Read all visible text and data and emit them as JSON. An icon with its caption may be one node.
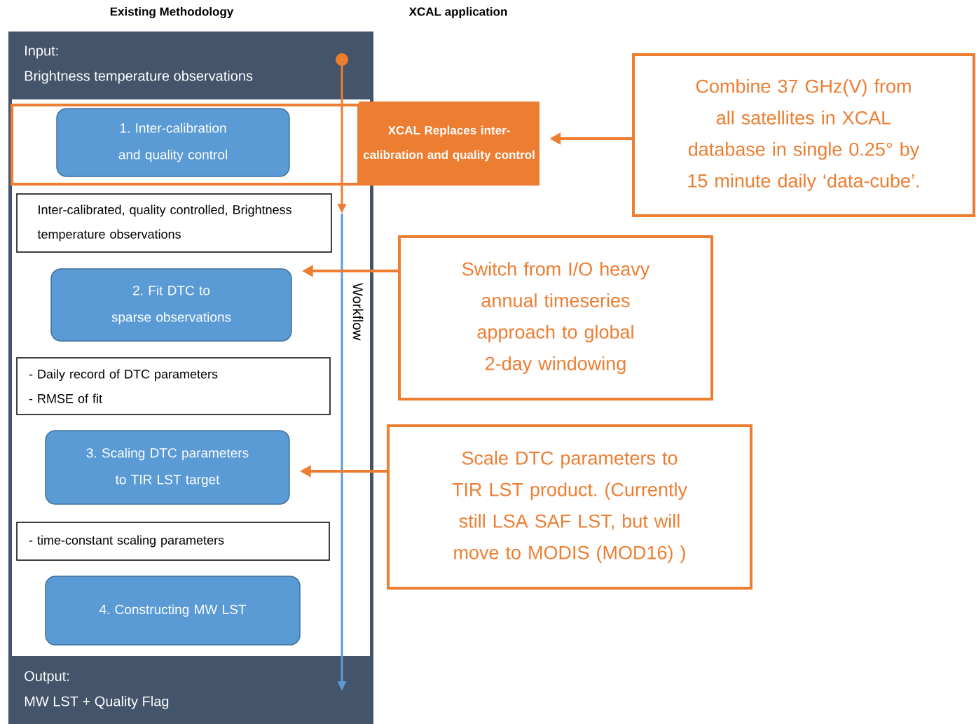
{
  "diagram": {
    "nodes": [
      {
        "text": [
          "Existing Methodology"
        ]
      },
      {
        "text": [
          "Input:",
          "Brightness temperature observations"
        ],
        "in": 0
      },
      {
        "text": [],
        "shape": "box",
        "in": 0
      },
      {
        "text": [
          "1. Inter-calibration and quality control"
        ],
        "in": 2
      },
      {
        "text": [
          "XCAL Replaces inter-calibration and quality control"
        ]
      },
      {
        "text": [
          "Inter-calibrated, quality controlled, Brightness temperature observations"
        ],
        "in": 0
      },
      {
        "text": [
          "2. Fit DTC to sparse observations"
        ],
        "in": 0
      },
      {
        "text": [
          "- Daily record of DTC parameters",
          "- RMSE of fit"
        ],
        "in": 0
      },
      {
        "text": [
          "3. Scaling DTC parameters to TIR LST target"
        ],
        "in": 0
      },
      {
        "text": [
          "- time-constant scaling parameters"
        ],
        "in": 0
      },
      {
        "text": [
          "4. Constructing MW LST"
        ],
        "in": 0
      },
      {
        "text": [
          "Output:",
          "MW LST + Quality Flag"
        ],
        "in": 0
      },
      {
        "text": [
          "Combine 37 GHz(V) from all satellites in XCAL database in single 0.25° by 15 minute daily ‘data-cube’."
        ]
      },
      {
        "text": [
          "Switch from I/O heavy annual timeseries approach to global 2-day windowing"
        ]
      },
      {
        "text": [
          "Scale DTC parameters to TIR LST product. (Currently still LSA SAF LST, but will move to MODIS (MOD16) )"
        ]
      }
    ],
    "edges": [
      {
        "from": 12,
        "to": 4,
        "arrow": "to"
      },
      {
        "from": 13,
        "to": 6,
        "arrow": "to"
      },
      {
        "from": 14,
        "to": 8,
        "arrow": "to"
      }
    ],
    "labels": [
      "XCAL application",
      "Workflow"
    ]
  }
}
